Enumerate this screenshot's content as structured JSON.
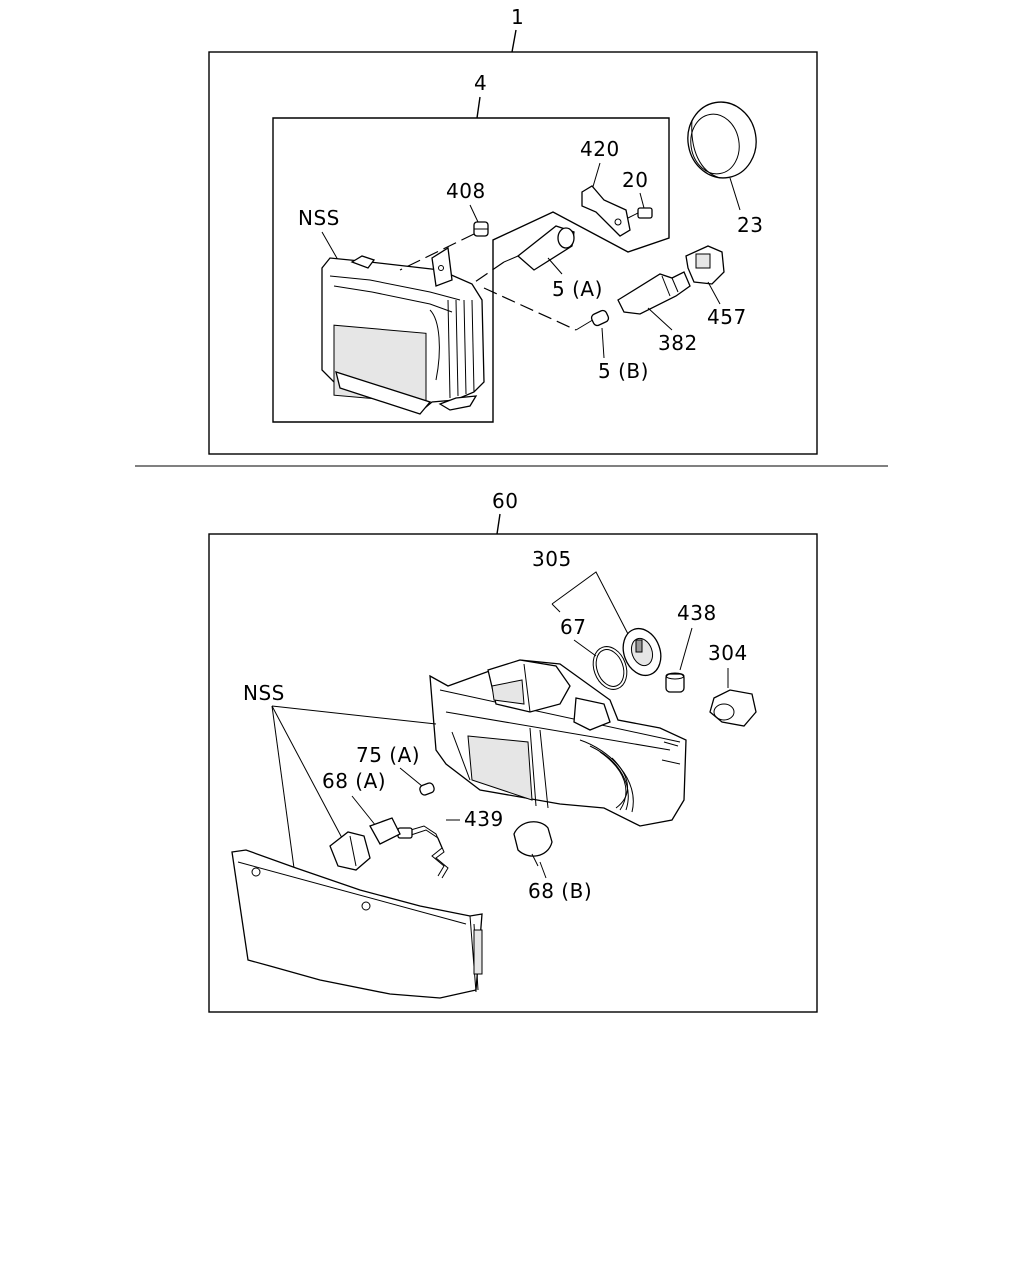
{
  "diagram": {
    "top_assembly": {
      "assembly_label": "1",
      "subassembly_label": "4",
      "nss_label": "NSS",
      "parts": {
        "p408": "408",
        "p420": "420",
        "p20": "20",
        "p23": "23",
        "p5a": "5 (A)",
        "p457": "457",
        "p382": "382",
        "p5b": "5 (B)"
      }
    },
    "bottom_assembly": {
      "assembly_label": "60",
      "nss_label": "NSS",
      "parts": {
        "p305": "305",
        "p67": "67",
        "p438": "438",
        "p304": "304",
        "p75a": "75 (A)",
        "p68a": "68 (A)",
        "p439": "439",
        "p68b": "68 (B)"
      }
    }
  }
}
